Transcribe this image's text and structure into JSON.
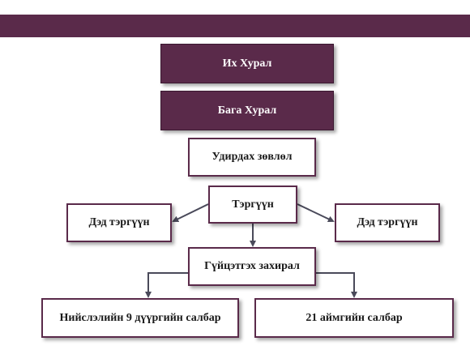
{
  "colors": {
    "accent": "#5a2a4a",
    "connector": "#4a4a5a",
    "text_dark": "#1a1a1a",
    "text_light": "#ffffff"
  },
  "nodes": {
    "ikh_khural": "Их Хурал",
    "baga_khural": "Бага Хурал",
    "udirdakh_zuvlul": "Удирдах зөвлөл",
    "terguun": "Тэргүүн",
    "ded_terguun_left": "Дэд тэргүүн",
    "ded_terguun_right": "Дэд тэргүүн",
    "guitsetgekh_zakhiral": "Гүйцэтгэх захирал",
    "niislel_salbar": "Нийслэлийн 9 дүүргийн салбар",
    "aimag_salbar": "21 аймгийн салбар"
  }
}
